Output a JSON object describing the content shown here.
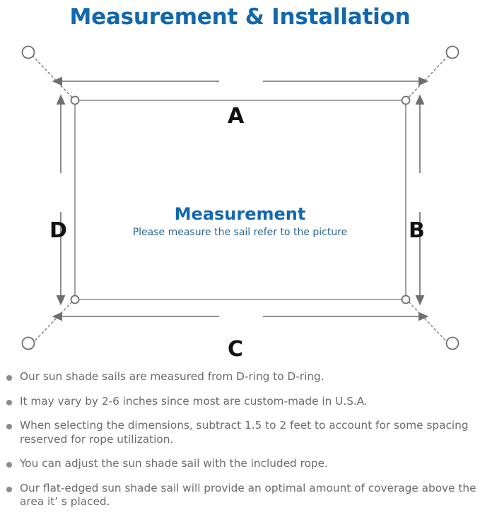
{
  "title": "Measurement & Installation",
  "colors": {
    "title_blue": "#1268ae",
    "center_title_blue": "#1268ae",
    "center_sub_blue": "#2a6496",
    "diagram_stroke": "#7a7a7a",
    "label_black": "#111111",
    "note_text": "#6b6b6b",
    "bullet": "#8c8c8c"
  },
  "diagram": {
    "center_title": "Measurement",
    "center_subtitle": "Please measure the sail refer to the picture",
    "dimension_labels": {
      "top": "A",
      "right": "B",
      "bottom": "C",
      "left": "D"
    },
    "anchor_point_count": 4,
    "d_ring_count": 4
  },
  "notes": [
    "Our sun shade sails are measured from D-ring to D-ring.",
    "It may vary by 2-6 inches since most are custom-made in U.S.A.",
    "When selecting the dimensions, subtract 1.5 to 2 feet to account for some spacing reserved for rope utilization.",
    "You can adjust the sun shade sail with the included rope.",
    "Our flat-edged sun shade sail will provide an optimal amount of coverage above the area it’ s placed."
  ]
}
